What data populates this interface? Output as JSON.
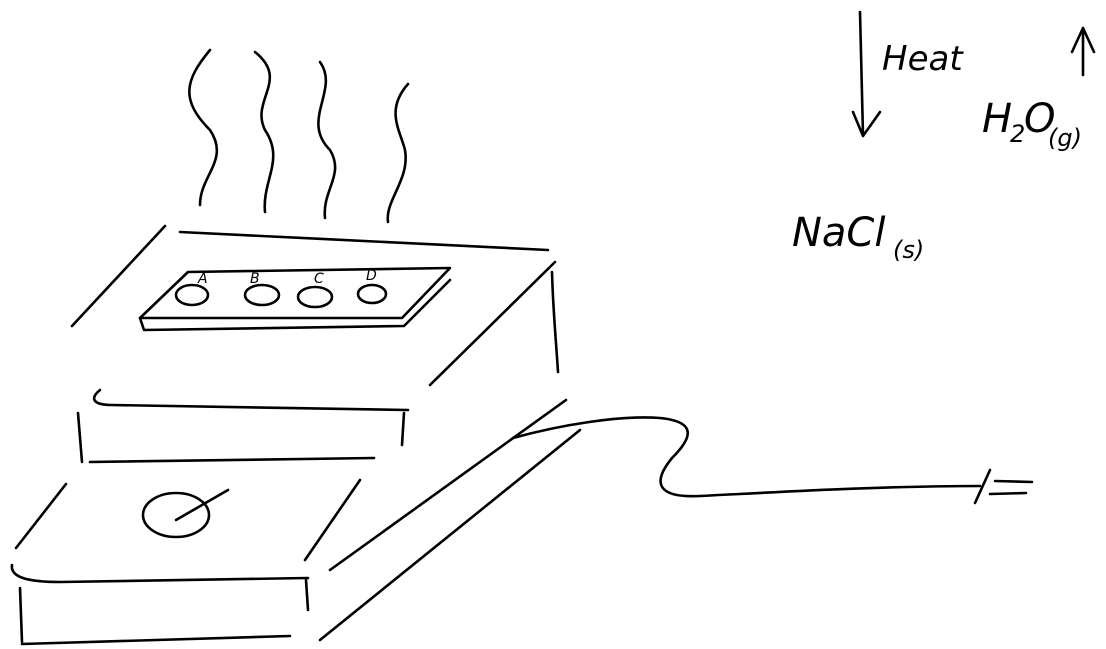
{
  "labels": {
    "heat": "Heat",
    "water": {
      "main": "H",
      "sub": "2",
      "rest": "O",
      "state": "(g)"
    },
    "salt": {
      "main": "NaCl",
      "state": "(s)"
    }
  },
  "wells": [
    "A",
    "B",
    "C",
    "D"
  ],
  "colors": {
    "ink": "#000000",
    "background": "#ffffff"
  }
}
